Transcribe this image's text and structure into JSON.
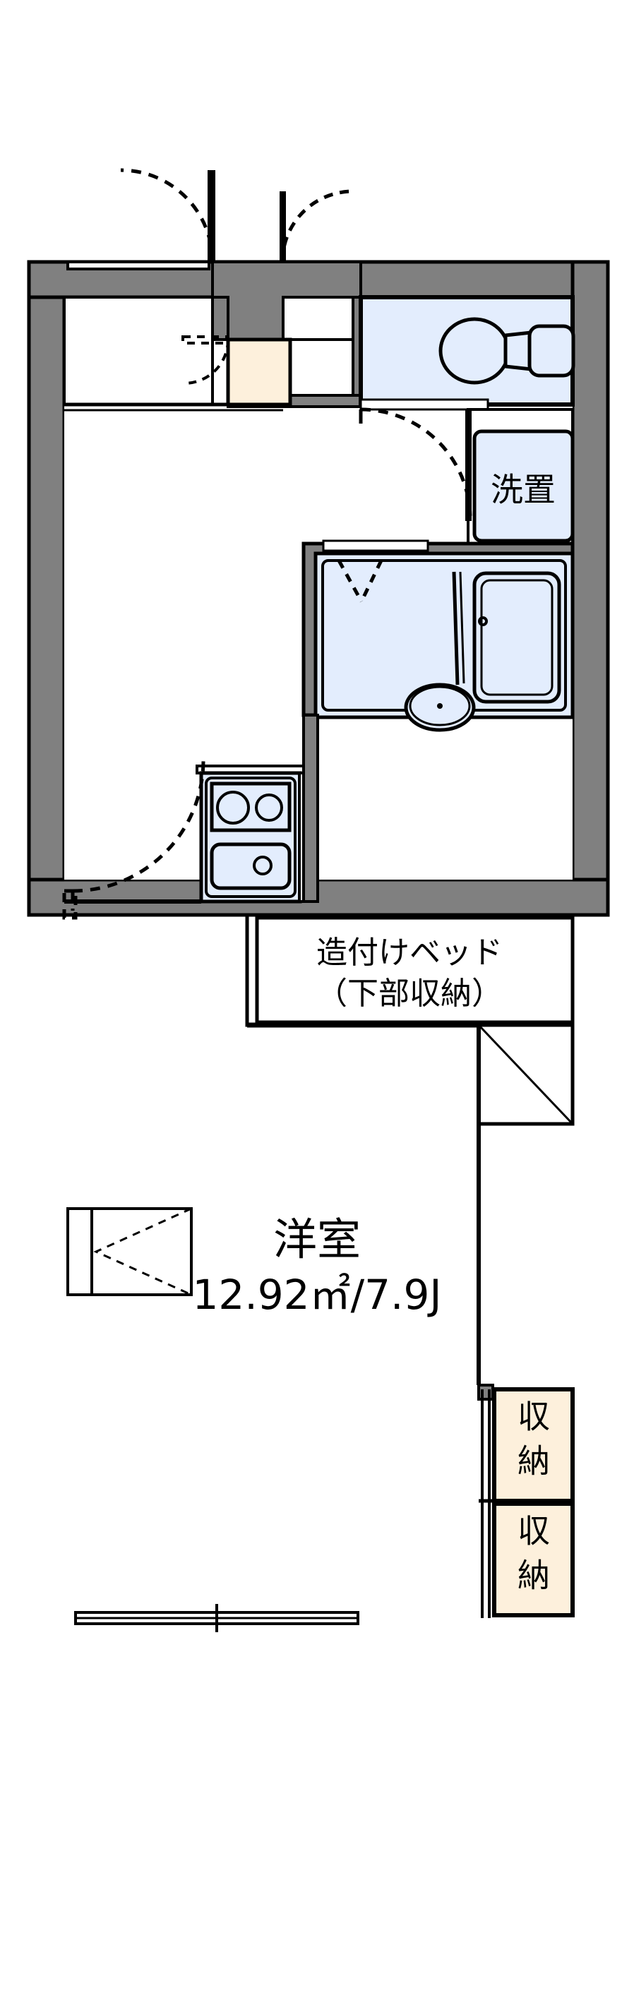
{
  "document": {
    "type": "floor-plan",
    "plan_kind": "1K apartment floor plan (Japanese madori)",
    "background_color": "#ffffff",
    "wall_fill": "#808080",
    "wall_stroke": "#000000",
    "water_area_fill": "#e3edfd",
    "storage_fill": "#fdf0dc",
    "line_color": "#000000"
  },
  "rooms": {
    "main_room": {
      "name": "洋室",
      "area_line": "12.92㎡/7.9J",
      "area_sqm": "12.92",
      "area_jo": "7.9"
    },
    "built_in_bed": {
      "line1": "造付けベッド",
      "line2": "（下部収納）"
    },
    "laundry": {
      "name": "洗置"
    },
    "closet_upper": {
      "line1": "収",
      "line2": "納"
    },
    "closet_lower": {
      "line1": "収",
      "line2": "納"
    }
  },
  "fixtures": [
    {
      "name": "toilet",
      "label": "toilet-fixture"
    },
    {
      "name": "bathtub",
      "label": "bathtub-fixture"
    },
    {
      "name": "washbasin",
      "label": "washbasin-fixture"
    },
    {
      "name": "sink",
      "label": "kitchen-sink-fixture"
    },
    {
      "name": "stove",
      "label": "gas-stove-fixture",
      "burners": 2
    },
    {
      "name": "washing-machine-space",
      "label": "washing-machine-area"
    },
    {
      "name": "entrance-door",
      "label": "entry-door"
    },
    {
      "name": "window",
      "label": "window-opening"
    }
  ],
  "annotations": {
    "door_swing": "dashed arc",
    "window_symbol": "double line"
  }
}
